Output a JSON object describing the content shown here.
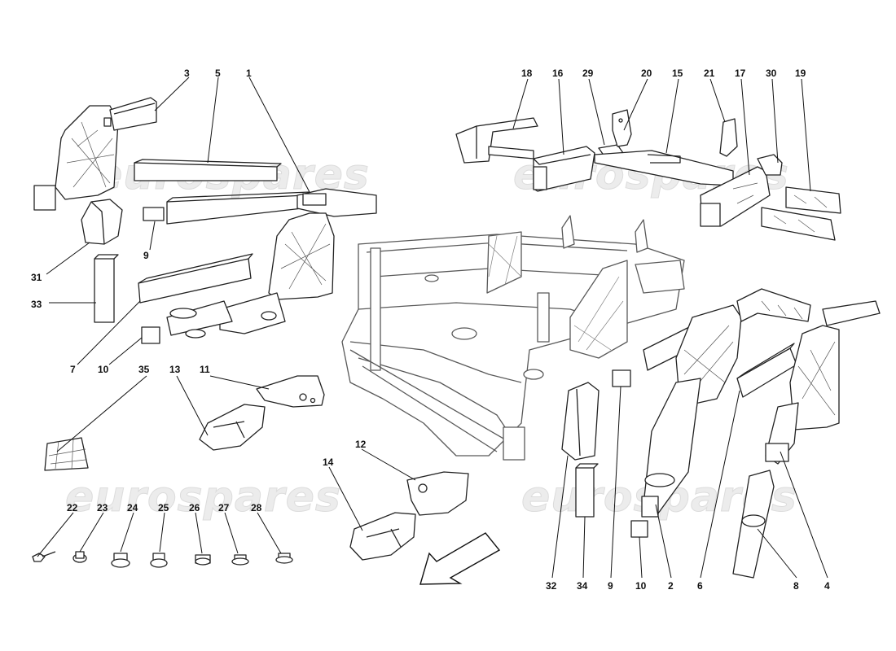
{
  "watermark": "eurospares",
  "callouts": {
    "c1": "1",
    "c2": "2",
    "c3": "3",
    "c4": "4",
    "c5": "5",
    "c6": "6",
    "c7": "7",
    "c8": "8",
    "c9a": "9",
    "c9b": "9",
    "c10a": "10",
    "c10b": "10",
    "c11": "11",
    "c12": "12",
    "c13": "13",
    "c14": "14",
    "c15": "15",
    "c16": "16",
    "c17": "17",
    "c18": "18",
    "c19": "19",
    "c20": "20",
    "c21": "21",
    "c22": "22",
    "c23": "23",
    "c24": "24",
    "c25": "25",
    "c26": "26",
    "c27": "27",
    "c28": "28",
    "c29": "29",
    "c30": "30",
    "c31": "31",
    "c32": "32",
    "c33": "33",
    "c34": "34",
    "c35": "35"
  }
}
